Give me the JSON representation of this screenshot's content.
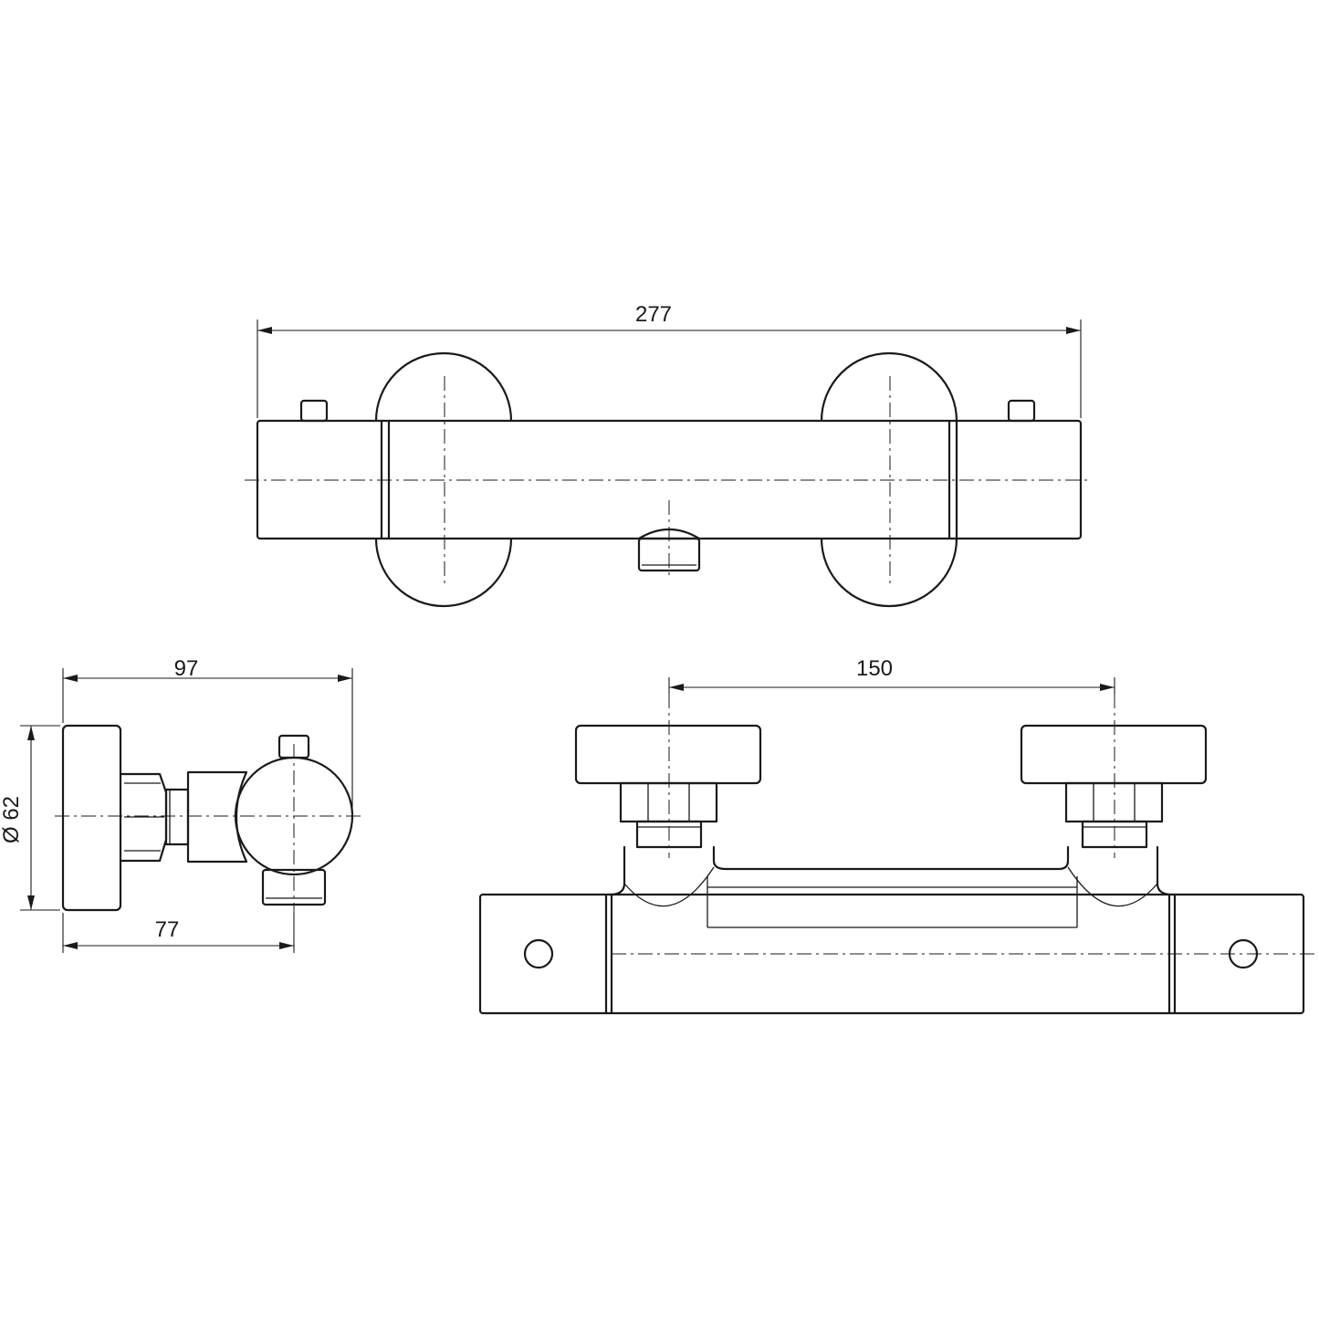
{
  "drawing": {
    "dimensions": {
      "overall_length": "277",
      "depth_total": "97",
      "diameter": "Ø 62",
      "depth_to_axis": "77",
      "inlet_spacing": "150"
    },
    "line_color": "#1a1a1a",
    "background": "#ffffff"
  }
}
